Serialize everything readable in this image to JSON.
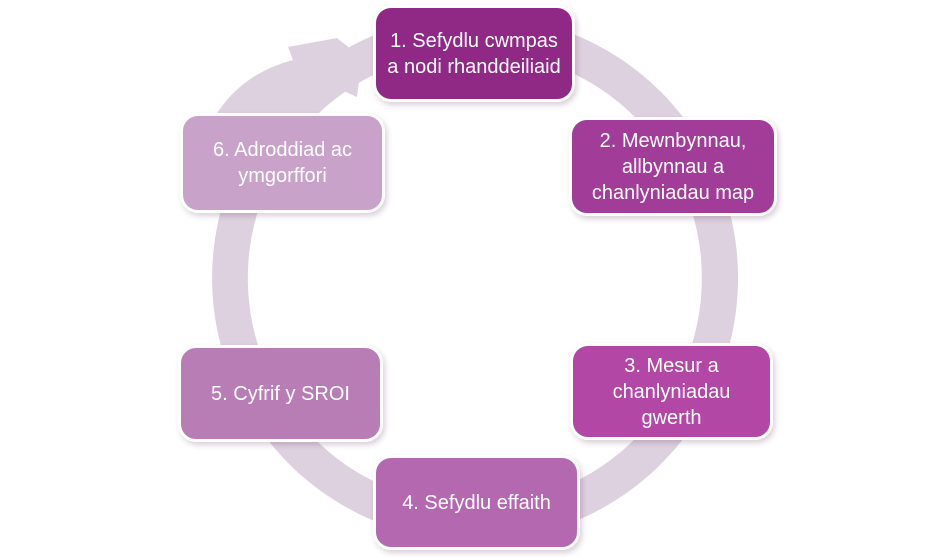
{
  "diagram": {
    "steps": [
      {
        "label": "1. Sefydlu cwmpas a nodi rhanddeiliaid",
        "color": "#8F2985"
      },
      {
        "label": "2. Mewnbynnau, allbynnau a chanlyniadau map",
        "color": "#A23C99"
      },
      {
        "label": "3. Mesur a chanlyniadau gwerth",
        "color": "#B247A6"
      },
      {
        "label": "4. Sefydlu effaith",
        "color": "#B468AF"
      },
      {
        "label": "5. Cyfrif y SROI",
        "color": "#B97DB5"
      },
      {
        "label": "6. Adroddiad ac ymgorffori",
        "color": "#C8A2C8"
      }
    ],
    "ring_color": "#DED1DF",
    "text_color": "#FFFFFF",
    "background_color": "#FFFFFF"
  }
}
